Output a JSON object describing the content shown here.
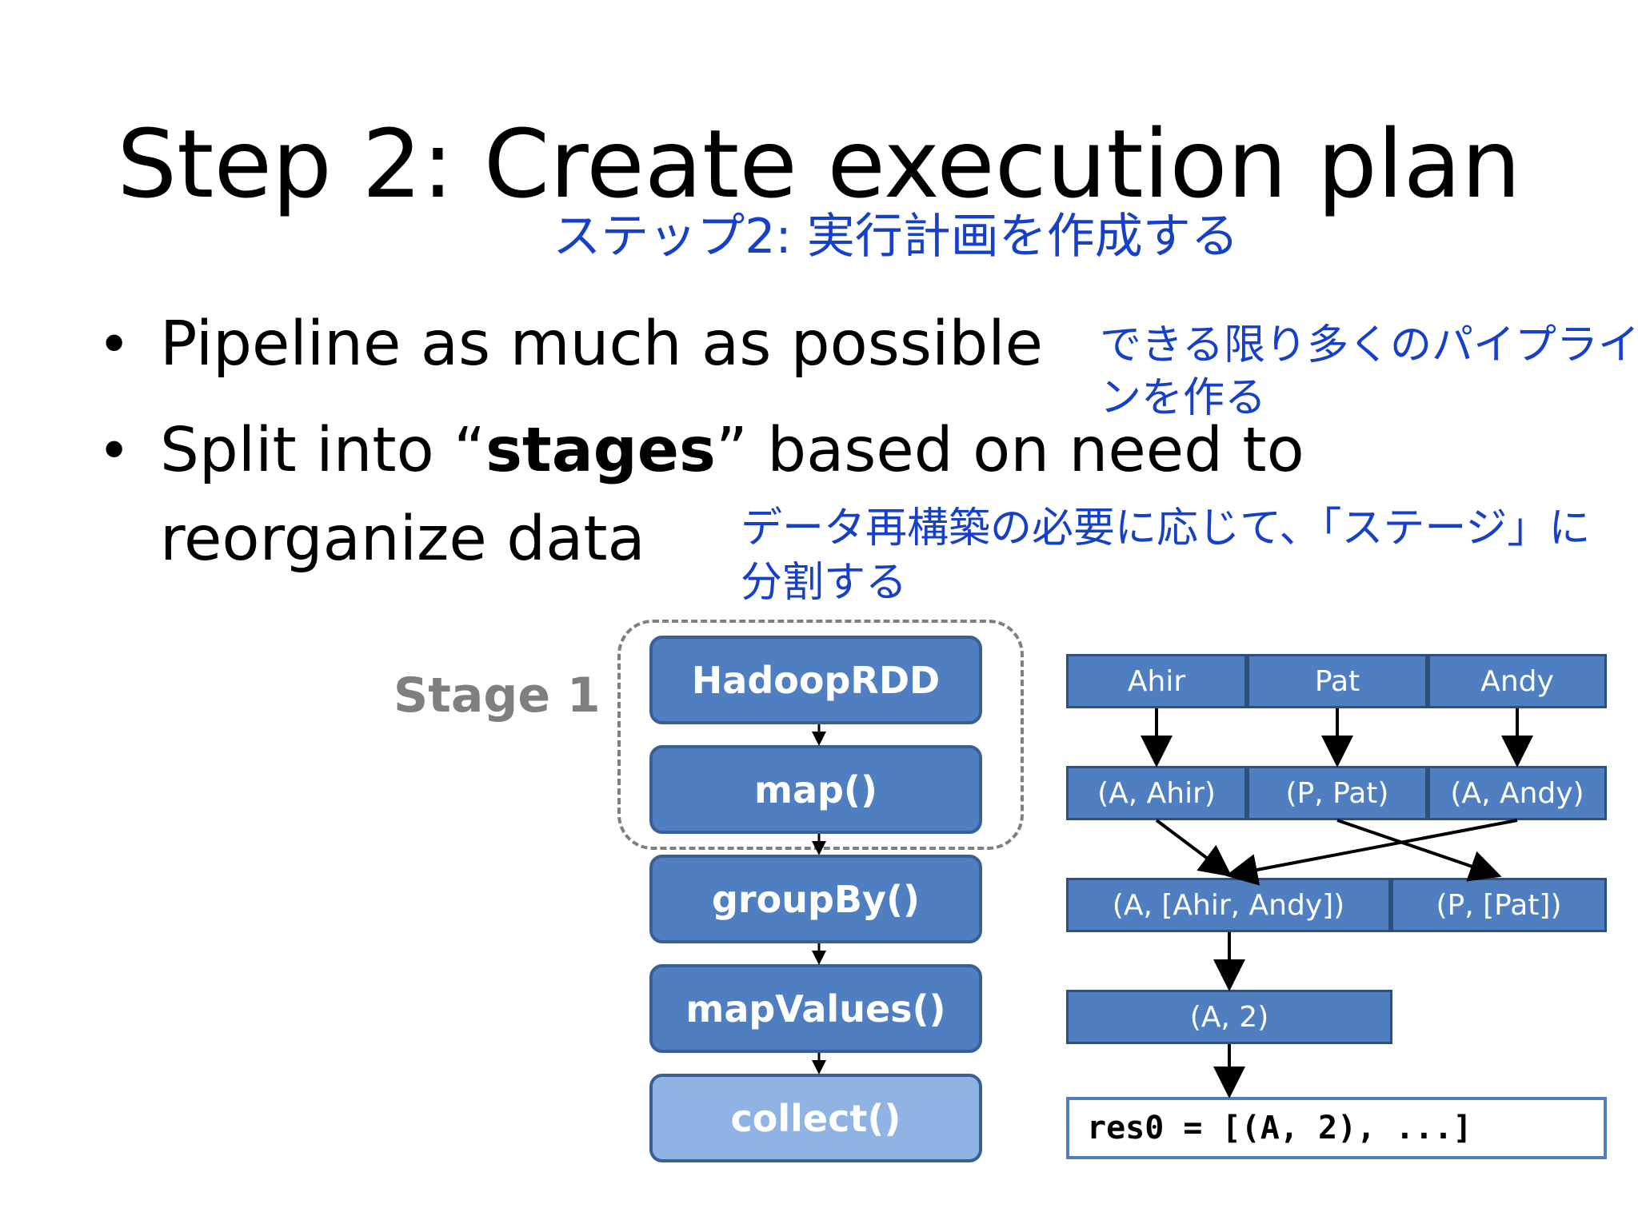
{
  "slide": {
    "title": "Step 2: Create execution plan",
    "title_ja": "ステップ2: 実行計画を作成する",
    "bullets": [
      {
        "text": "Pipeline as much as possible",
        "note_ja_line1": "できる限り多くのパイプライ",
        "note_ja_line2": "ンを作る"
      },
      {
        "text_before": "Split into “",
        "text_bold": "stages",
        "text_after": "” based on need to",
        "text_line2": "reorganize data",
        "note_ja_line1": "データ再構築の必要に応じて、「ステージ」に",
        "note_ja_line2": "分割する"
      }
    ],
    "bullet_symbol": "•"
  },
  "diagram": {
    "stage_label": "Stage 1",
    "operations": [
      "HadoopRDD",
      "map()",
      "groupBy()",
      "mapValues()",
      "collect()"
    ],
    "data_rows": {
      "input": [
        "Ahir",
        "Pat",
        "Andy"
      ],
      "mapped": [
        "(A, Ahir)",
        "(P, Pat)",
        "(A, Andy)"
      ],
      "grouped": [
        "(A, [Ahir, Andy])",
        "(P, [Pat])"
      ],
      "counted": [
        "(A, 2)"
      ],
      "result": "res0 = [(A, 2), ...]"
    },
    "colors": {
      "box_fill": "#4f7ec1",
      "box_border": "#3a5f96",
      "collect_fill": "#8fb3e2",
      "japanese_text": "#1640c8",
      "stage_label": "#7f7f7f"
    }
  }
}
